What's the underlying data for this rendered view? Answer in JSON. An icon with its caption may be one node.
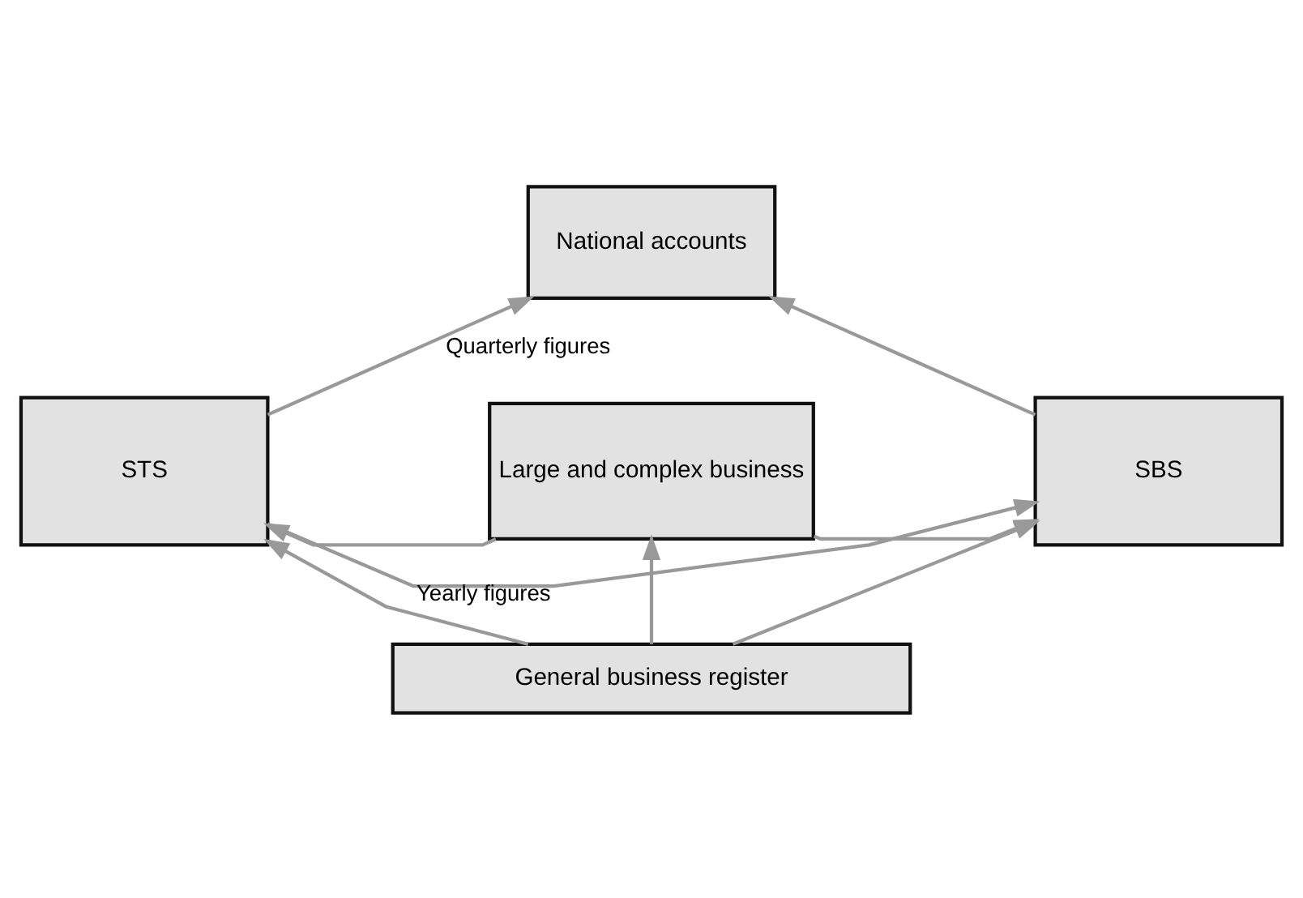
{
  "diagram": {
    "nodes": [
      {
        "text": [
          "National accounts"
        ]
      },
      {
        "text": [
          "STS"
        ]
      },
      {
        "text": [
          "SBS"
        ]
      },
      {
        "text": [
          "Large and complex business"
        ]
      },
      {
        "text": [
          "General business register"
        ]
      }
    ],
    "edges": [
      {
        "from": 1,
        "to": 0,
        "arrow": "to",
        "label": "Quarterly figures"
      },
      {
        "from": 2,
        "to": 0,
        "arrow": "to"
      },
      {
        "from": 1,
        "to": 2,
        "arrow": "to",
        "label": "Yearly figures"
      },
      {
        "from": 3,
        "to": 1,
        "arrow": "to"
      },
      {
        "from": 3,
        "to": 2,
        "arrow": "to"
      },
      {
        "from": 4,
        "to": 1,
        "arrow": "to"
      },
      {
        "from": 4,
        "to": 3,
        "arrow": "to"
      },
      {
        "from": 4,
        "to": 2,
        "arrow": "to"
      }
    ]
  }
}
